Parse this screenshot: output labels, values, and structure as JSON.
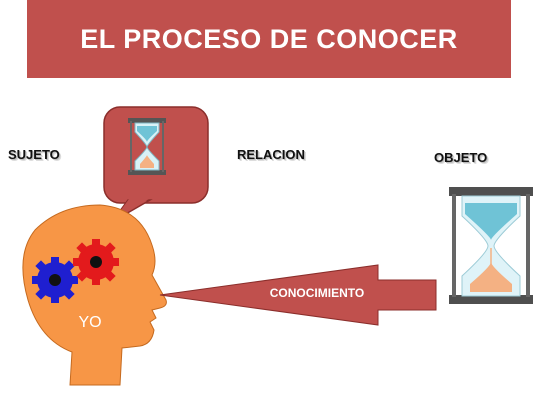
{
  "title": "EL PROCESO DE CONOCER",
  "labels": {
    "sujeto": "SUJETO",
    "relacion": "RELACION",
    "objeto": "OBJETO",
    "conocimiento": "CONOCIMIENTO",
    "yo": "YO"
  },
  "icons": {
    "speech_bubble": "speech-bubble",
    "hourglass": "hourglass",
    "head": "human-head-silhouette",
    "gears": "gears",
    "arrow": "left-arrow"
  },
  "colors": {
    "banner": "#c0504d",
    "head": "#f79646",
    "gear_red": "#e31a1c",
    "gear_blue": "#1f1fd0",
    "arrow": "#c0504d"
  }
}
